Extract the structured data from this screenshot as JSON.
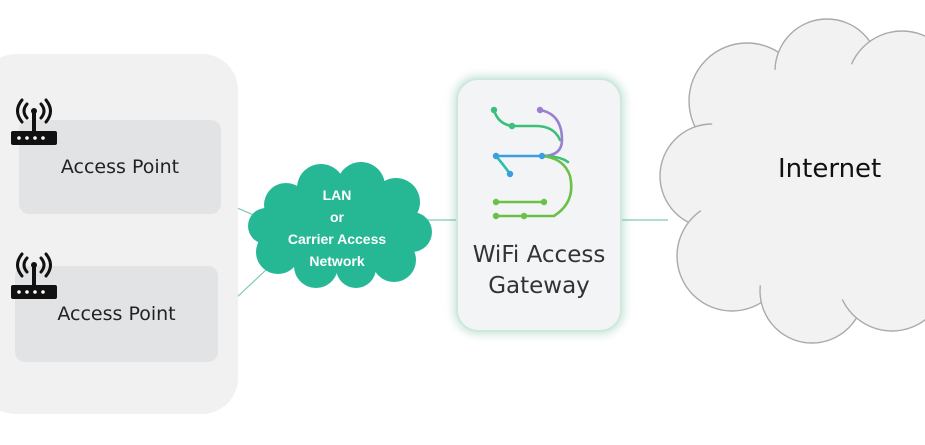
{
  "access_points": [
    {
      "label": "Access Point"
    },
    {
      "label": "Access Point"
    }
  ],
  "lan_cloud": {
    "lines": [
      "LAN",
      "or",
      "Carrier Access",
      "Network"
    ],
    "color": "#26b895"
  },
  "gateway": {
    "lines": [
      "WiFi Access",
      "Gateway"
    ]
  },
  "internet": {
    "label": "Internet"
  },
  "colors": {
    "line": "#7fc9b0",
    "logo_green": "#3cbf7a",
    "logo_teal": "#2bbfae",
    "logo_blue": "#3a9ee0",
    "logo_purple": "#9b7fd0",
    "logo_lime": "#6cc04a"
  }
}
